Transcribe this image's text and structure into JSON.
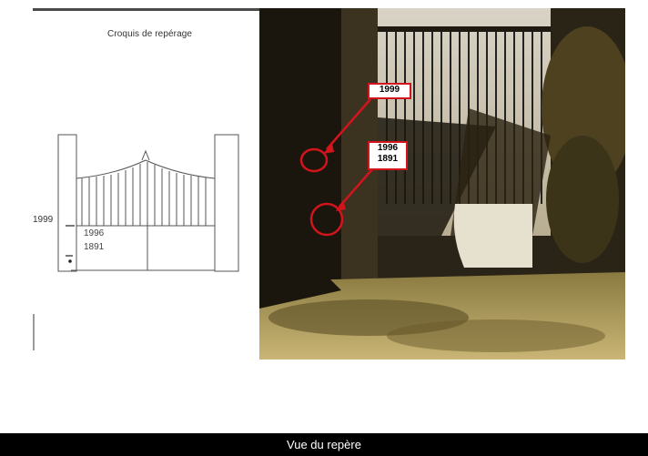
{
  "sketch": {
    "title": "Croquis de repérage",
    "label_1999": "1999",
    "label_1996": "1996",
    "label_1891": "1891"
  },
  "photo": {
    "callout_1999": "1999",
    "callout_1996": "1996",
    "callout_1891": "1891",
    "marker_color": "#d4141c"
  },
  "caption": "Vue du repère"
}
